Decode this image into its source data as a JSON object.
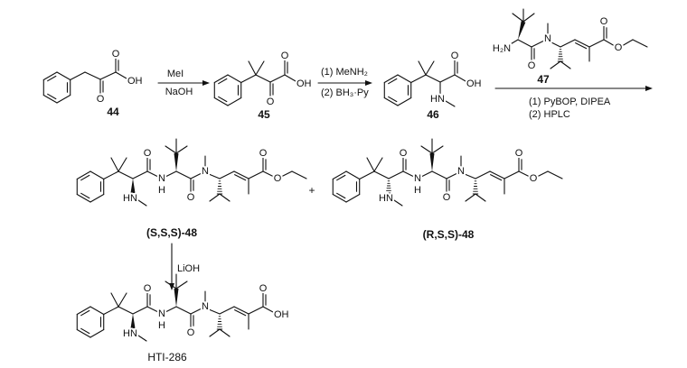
{
  "title": "Synthesis of HTI-286",
  "compounds": {
    "c44": "44",
    "c45": "45",
    "c46": "46",
    "c47": "47",
    "sss48": "(S,S,S)-48",
    "rss48": "(R,S,S)-48",
    "hti286": "HTI-286"
  },
  "reagents": {
    "step1_top": "MeI",
    "step1_bottom": "NaOH",
    "step2_top": "(1) MeNH₂",
    "step2_bottom": "(2) BH₃·Py",
    "step3_line1": "(1) PyBOP, DIPEA",
    "step3_line2": "(2) HPLC",
    "step4": "LiOH"
  },
  "plus": "+",
  "atoms": {
    "O": "O",
    "OH": "OH",
    "HN": "HN",
    "N": "N",
    "H": "H",
    "H2N": "H₂N"
  }
}
